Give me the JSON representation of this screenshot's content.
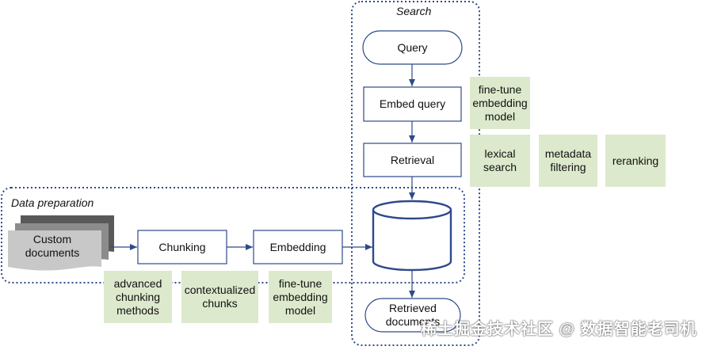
{
  "groups": {
    "search": "Search",
    "data_preparation": "Data preparation"
  },
  "nodes": {
    "query": "Query",
    "embed_query": "Embed query",
    "retrieval": "Retrieval",
    "custom_documents": "Custom\ndocuments",
    "chunking": "Chunking",
    "embedding": "Embedding",
    "retrieved_documents": "Retrieved\ndocuments"
  },
  "annotations": {
    "fine_tune_search": "fine-tune\nembedding\nmodel",
    "lexical_search": "lexical\nsearch",
    "metadata_filtering": "metadata\nfiltering",
    "reranking": "reranking",
    "advanced_chunking": "advanced\nchunking\nmethods",
    "contextualized_chunks": "contextualized\nchunks",
    "fine_tune_prep": "fine-tune\nembedding\nmodel"
  },
  "watermark": "稀土掘金技术社区 @ 数据智能老司机",
  "colors": {
    "stroke": "#2e4a8a",
    "annotation_bg": "#dde9cc",
    "doc_dark": "#595959",
    "doc_mid": "#8c8c8c",
    "doc_light": "#c8c8c8"
  }
}
